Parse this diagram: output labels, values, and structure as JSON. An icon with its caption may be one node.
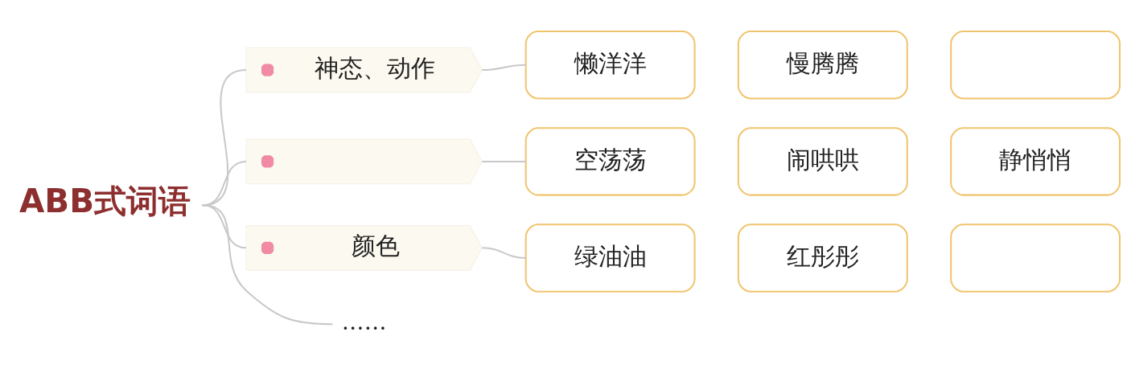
{
  "diagram": {
    "nodes": [
      {
        "text": [
          "ABB式词语"
        ]
      },
      {
        "text": [
          "神态、动作"
        ]
      },
      {
        "text": [],
        "shape": "box"
      },
      {
        "text": [
          "颜色"
        ]
      },
      {
        "text": [
          "……"
        ]
      },
      {
        "text": [
          "懒洋洋"
        ]
      },
      {
        "text": [
          "慢腾腾"
        ]
      },
      {
        "text": [],
        "shape": "box"
      },
      {
        "text": [
          "空荡荡"
        ]
      },
      {
        "text": [
          "闹哄哄"
        ]
      },
      {
        "text": [
          "静悄悄"
        ]
      },
      {
        "text": [
          "绿油油"
        ]
      },
      {
        "text": [
          "红彤彤"
        ]
      },
      {
        "text": [],
        "shape": "box"
      }
    ],
    "edges": [
      {
        "from": 0,
        "to": 1,
        "arrow": "none"
      },
      {
        "from": 0,
        "to": 2,
        "arrow": "none"
      },
      {
        "from": 0,
        "to": 3,
        "arrow": "none"
      },
      {
        "from": 0,
        "to": 4,
        "arrow": "none"
      },
      {
        "from": 1,
        "to": 5,
        "arrow": "none"
      },
      {
        "from": 2,
        "to": 8,
        "arrow": "none"
      },
      {
        "from": 3,
        "to": 11,
        "arrow": "none"
      }
    ]
  }
}
